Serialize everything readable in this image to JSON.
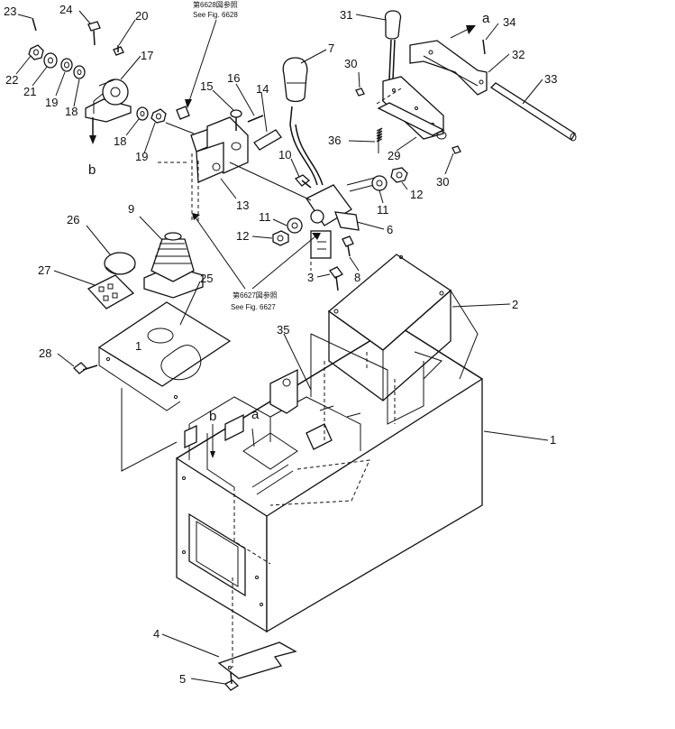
{
  "references": {
    "fig6628_jp": "第6628図参照",
    "fig6628_en": "See Fig. 6628",
    "fig6627_jp": "第6627図参照",
    "fig6627_en": "See Fig. 6627"
  },
  "letters": {
    "a_top": "a",
    "b_left": "b",
    "b_box": "b",
    "a_box": "a"
  },
  "plate_labels": {
    "p1": "1",
    "p2": "2",
    "p3": "3"
  },
  "callouts": [
    {
      "id": "1",
      "label": "1"
    },
    {
      "id": "2",
      "label": "2"
    },
    {
      "id": "3",
      "label": "3"
    },
    {
      "id": "4",
      "label": "4"
    },
    {
      "id": "5",
      "label": "5"
    },
    {
      "id": "6",
      "label": "6"
    },
    {
      "id": "7",
      "label": "7"
    },
    {
      "id": "8",
      "label": "8"
    },
    {
      "id": "9",
      "label": "9"
    },
    {
      "id": "10",
      "label": "10"
    },
    {
      "id": "11a",
      "label": "11"
    },
    {
      "id": "11b",
      "label": "11"
    },
    {
      "id": "12a",
      "label": "12"
    },
    {
      "id": "12b",
      "label": "12"
    },
    {
      "id": "13",
      "label": "13"
    },
    {
      "id": "14",
      "label": "14"
    },
    {
      "id": "15",
      "label": "15"
    },
    {
      "id": "16",
      "label": "16"
    },
    {
      "id": "17",
      "label": "17"
    },
    {
      "id": "18a",
      "label": "18"
    },
    {
      "id": "18b",
      "label": "18"
    },
    {
      "id": "19a",
      "label": "19"
    },
    {
      "id": "19b",
      "label": "19"
    },
    {
      "id": "20",
      "label": "20"
    },
    {
      "id": "21",
      "label": "21"
    },
    {
      "id": "22",
      "label": "22"
    },
    {
      "id": "23",
      "label": "23"
    },
    {
      "id": "24",
      "label": "24"
    },
    {
      "id": "25",
      "label": "25"
    },
    {
      "id": "26",
      "label": "26"
    },
    {
      "id": "27",
      "label": "27"
    },
    {
      "id": "28",
      "label": "28"
    },
    {
      "id": "29",
      "label": "29"
    },
    {
      "id": "30a",
      "label": "30"
    },
    {
      "id": "30b",
      "label": "30"
    },
    {
      "id": "31",
      "label": "31"
    },
    {
      "id": "32",
      "label": "32"
    },
    {
      "id": "33",
      "label": "33"
    },
    {
      "id": "34",
      "label": "34"
    },
    {
      "id": "35",
      "label": "35"
    },
    {
      "id": "36",
      "label": "36"
    }
  ]
}
